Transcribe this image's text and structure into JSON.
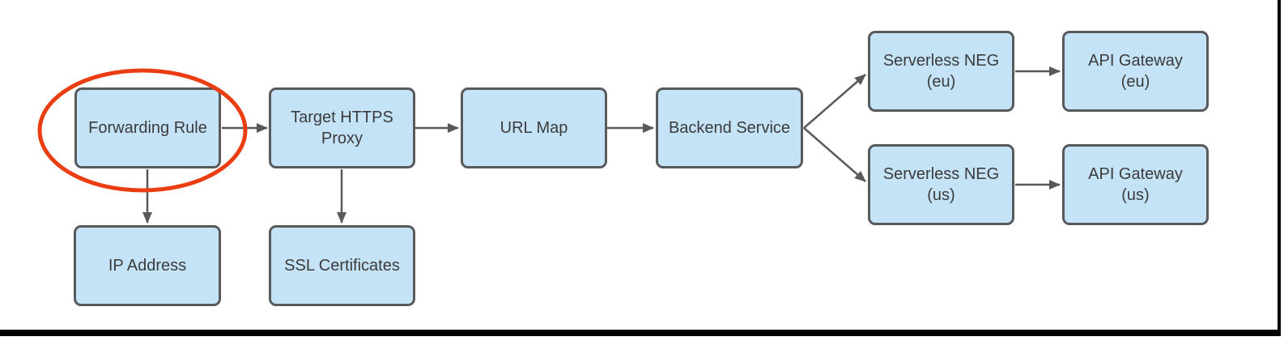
{
  "nodes": {
    "forwarding_rule": {
      "label": "Forwarding Rule"
    },
    "target_https_proxy": {
      "label": "Target HTTPS\nProxy"
    },
    "url_map": {
      "label": "URL Map"
    },
    "backend_service": {
      "label": "Backend Service"
    },
    "serverless_neg_eu": {
      "label": "Serverless NEG\n(eu)"
    },
    "api_gateway_eu": {
      "label": "API Gateway\n(eu)"
    },
    "serverless_neg_us": {
      "label": "Serverless NEG\n(us)"
    },
    "api_gateway_us": {
      "label": "API Gateway\n(us)"
    },
    "ip_address": {
      "label": "IP Address"
    },
    "ssl_certificates": {
      "label": "SSL Certificates"
    }
  },
  "edges": [
    {
      "from": "Forwarding Rule",
      "to": "Target HTTPS Proxy"
    },
    {
      "from": "Forwarding Rule",
      "to": "IP Address"
    },
    {
      "from": "Target HTTPS Proxy",
      "to": "URL Map"
    },
    {
      "from": "Target HTTPS Proxy",
      "to": "SSL Certificates"
    },
    {
      "from": "URL Map",
      "to": "Backend Service"
    },
    {
      "from": "Backend Service",
      "to": "Serverless NEG (eu)"
    },
    {
      "from": "Backend Service",
      "to": "Serverless NEG (us)"
    },
    {
      "from": "Serverless NEG (eu)",
      "to": "API Gateway (eu)"
    },
    {
      "from": "Serverless NEG (us)",
      "to": "API Gateway (us)"
    }
  ],
  "annotation": {
    "type": "ellipse-highlight",
    "around": "Forwarding Rule",
    "color": "#ea3e12"
  },
  "colors": {
    "node_fill": "#c5e3f7",
    "node_border": "#58595b",
    "arrow": "#595959",
    "text": "#3b3b3b",
    "highlight": "#ea3e12",
    "frame": "#000000",
    "bg": "#ffffff"
  }
}
